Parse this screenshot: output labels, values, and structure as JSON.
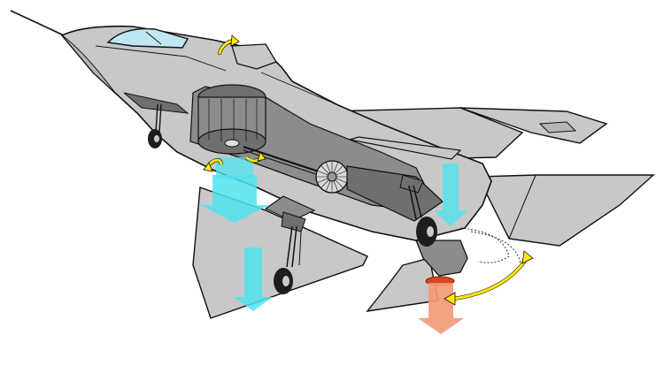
{
  "diagram": {
    "subject": "stovl-jet-fighter-lift-system-cutaway",
    "colors": {
      "background": "#ffffff",
      "airframe": "#c8c8c8",
      "airframe_shade": "#b5b5b5",
      "internals": "#8c8c8c",
      "internals_dark": "#6f6f6f",
      "outline": "#111111",
      "canopy": "#bfe7f2",
      "lift_fan_flow": "#4fe3ee",
      "engine_exhaust": "#f29a78",
      "exhaust_ring": "#d9441c",
      "motion_arrow": "#ffe800"
    },
    "parts": [
      "fuselage",
      "canopy",
      "pitot-probe",
      "left-wing",
      "right-wing",
      "horizontal-stabilizer",
      "vertical-tail",
      "lift-fan",
      "drive-shaft",
      "engine-compressor-face",
      "swivel-nozzle",
      "roll-post-ducts",
      "nose-gear",
      "main-gear-left",
      "main-gear-right",
      "intake-door"
    ],
    "icons": [
      "lift-fan-downflow-arrow-icon",
      "roll-post-downflow-arrow-icon",
      "rear-flow-arrow-icon",
      "exhaust-downflow-arrow-icon",
      "door-open-arrow-icon",
      "nozzle-swivel-arrow-icon",
      "fan-rotation-arrow-icon"
    ]
  }
}
